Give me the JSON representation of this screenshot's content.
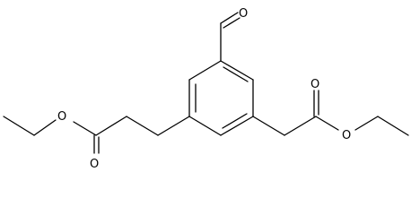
{
  "colors": {
    "background": "#ffffff",
    "bond": "#000000",
    "text": "#000000"
  },
  "atoms": {
    "aldehyde_o": "O",
    "ester1_ether_o": "O",
    "ester1_carbonyl_o": "O",
    "ester2_carbonyl_o": "O",
    "ester2_ether_o": "O"
  }
}
